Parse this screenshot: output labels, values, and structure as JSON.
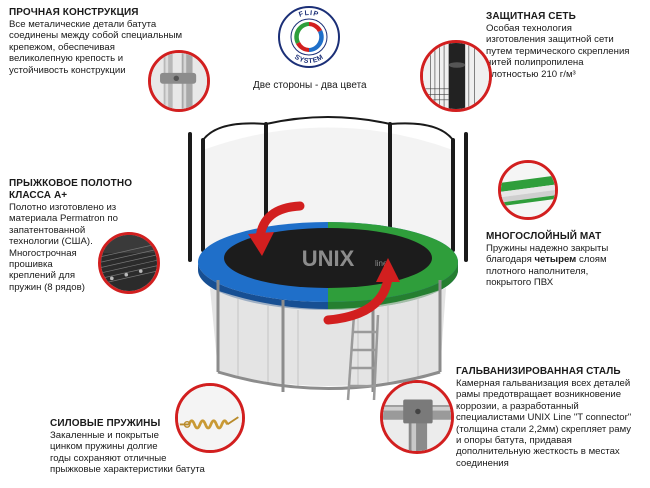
{
  "features": {
    "construction": {
      "title": "ПРОЧНАЯ КОНСТРУКЦИЯ",
      "text": "Все металические детали батута\nсоединены между собой специальным\nкрепежом, обеспечивая\nвеликолепную крепость и\nустойчивость конструкции"
    },
    "net": {
      "title": "ЗАЩИТНАЯ СЕТЬ",
      "text": "Особая технология\nизготовления защитной сети\nпутем термического скрепления\nнитей полипропилена\nплотностью 210 г/м³"
    },
    "jump_mat": {
      "title_line1": "ПРЫЖКОВОЕ ПОЛОТНО",
      "title_line2": "КЛАССА А+",
      "text": "Полотно изготовлено из\nматериала Permatron по\nзапатентованной\nтехнологии (США).\nМногострочная\nпрошивка\nкреплений для\nпружин (8 рядов)"
    },
    "multilayer_mat": {
      "title": "МНОГОСЛОЙНЫЙ МАТ",
      "text_before": "Пружины надежно закрыты\nблагодаря ",
      "text_bold": "четырем",
      "text_after": " слоям\nплотного наполнителя,\nпокрытого ПВХ"
    },
    "springs": {
      "title": "СИЛОВЫЕ ПРУЖИНЫ",
      "text": "Закаленные и покрытые\nцинком пружины долгие\nгоды сохраняют отличные\nпрыжковые характеристики батута"
    },
    "galvanized": {
      "title": "ГАЛЬВАНИЗИРОВАННАЯ СТАЛЬ",
      "text": "Камерная гальванизация всех деталей\nрамы предотвращает возникновение\nкоррозии, а разработанный\nспециалистами  UNIX Line \"T connector\"\n(толщина стали 2,2мм) скрепляет раму\nи опоры батута, придавая\nдополнительную жесткость в местах\nсоединения"
    }
  },
  "flip_logo": {
    "top_text": "FLIP",
    "bottom_text": "SYSTEM",
    "caption": "Две стороны - два цвета"
  },
  "brand": {
    "name": "UNIX",
    "suffix": "line"
  },
  "colors": {
    "accent_red": "#d21f1f",
    "pad_blue": "#1f6fc9",
    "pad_green": "#2f9e3b",
    "frame_gray": "#9a9a9a"
  },
  "icons": [
    "fastener-closeup-icon",
    "net-roll-icon",
    "mat-stitching-icon",
    "pad-layers-icon",
    "spring-icon",
    "t-connector-icon",
    "flip-system-logo",
    "rotation-arrow-icon"
  ]
}
